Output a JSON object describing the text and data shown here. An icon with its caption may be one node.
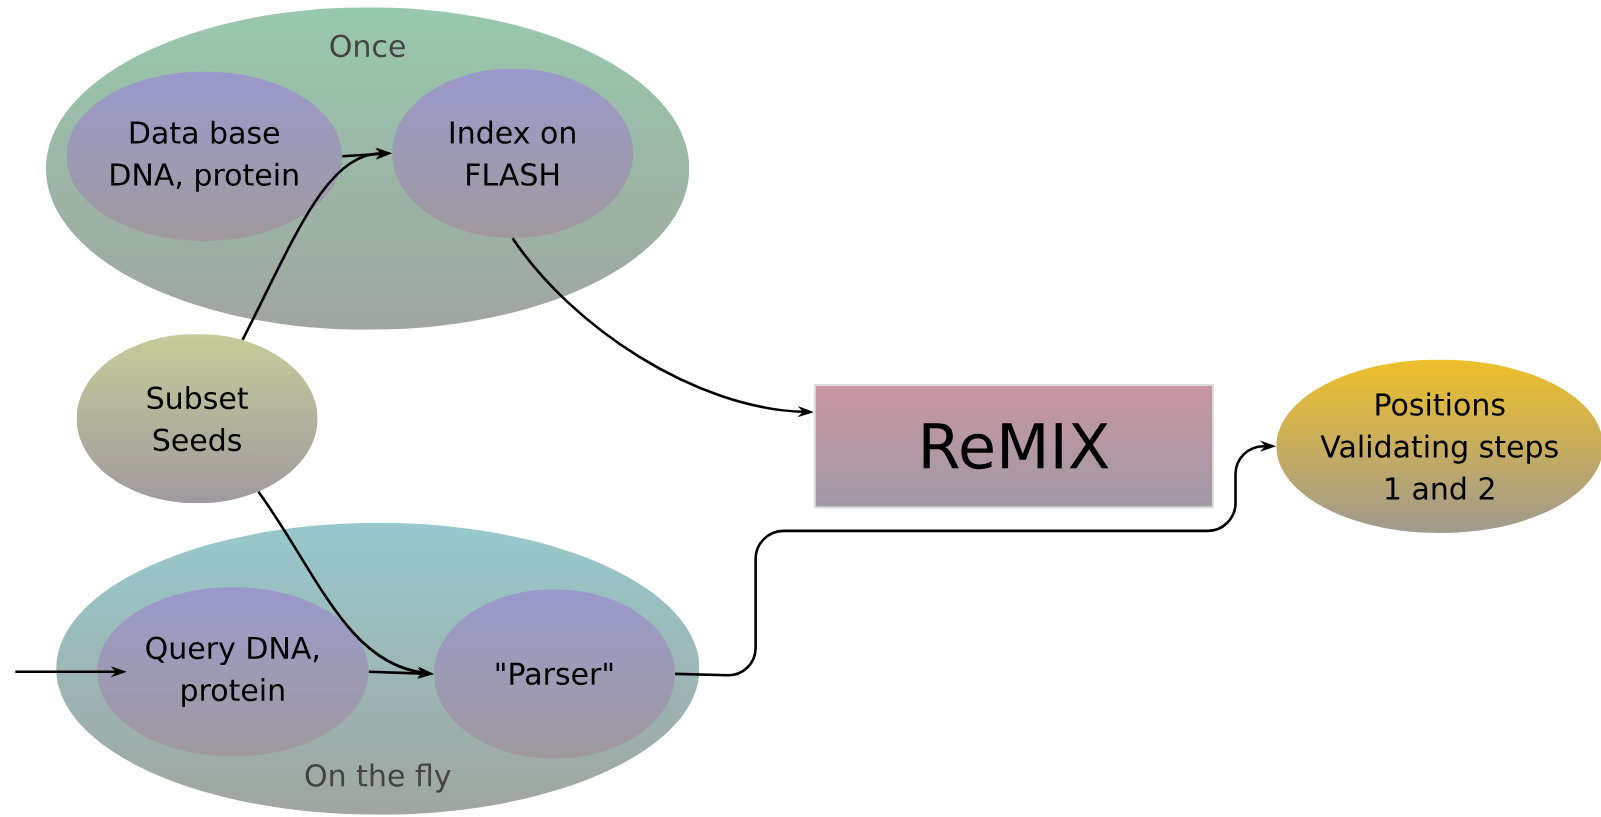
{
  "diagram": {
    "nodes": [
      {
        "text": [
          "Once"
        ]
      },
      {
        "text": [
          "Data base DNA, protein"
        ],
        "in": 0
      },
      {
        "text": [
          "Index on FLASH"
        ],
        "in": 0
      },
      {
        "text": [
          "Subset Seeds"
        ]
      },
      {
        "text": [
          "On the fly"
        ]
      },
      {
        "text": [
          "Query DNA, protein"
        ],
        "in": 4
      },
      {
        "text": [
          "\"Parser\""
        ],
        "in": 4
      },
      {
        "text": [
          "ReMIX"
        ]
      },
      {
        "text": [
          "Positions Validating steps 1 and 2"
        ]
      }
    ],
    "edges": [
      {
        "from": 1,
        "to": 2,
        "arrow": "to"
      },
      {
        "from": 3,
        "to": 2,
        "arrow": "to"
      },
      {
        "from": 2,
        "to": 7,
        "arrow": "to"
      },
      {
        "from": 3,
        "to": 6,
        "arrow": "to"
      },
      {
        "from": null,
        "to": 5,
        "arrow": "to"
      },
      {
        "from": 5,
        "to": 6,
        "arrow": "to"
      },
      {
        "from": 6,
        "to": 8,
        "arrow": "to"
      }
    ]
  }
}
